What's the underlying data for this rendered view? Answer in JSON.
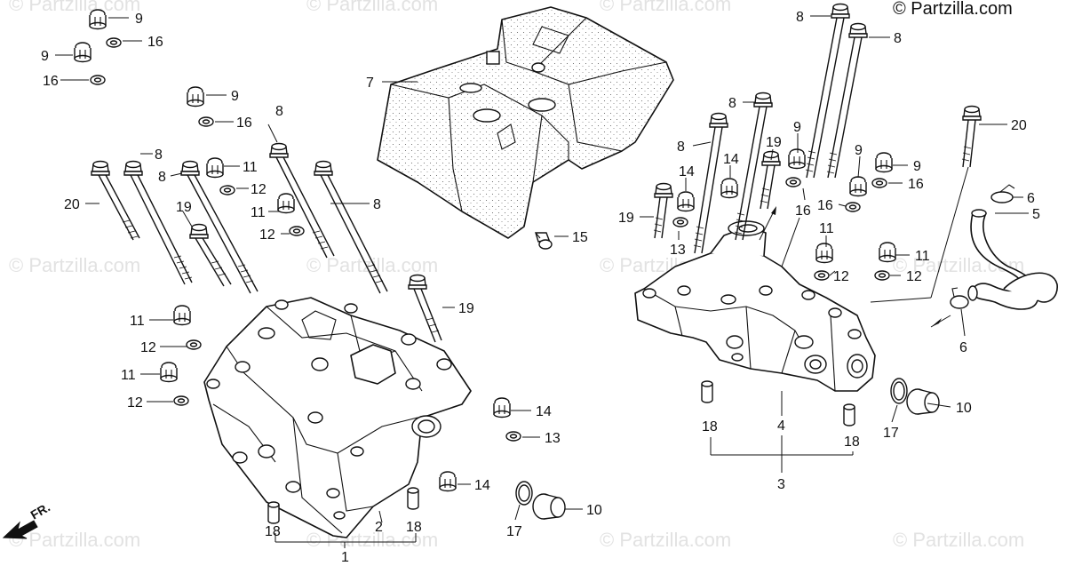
{
  "copyright": "© Partzilla.com",
  "watermark": "© Partzilla.com",
  "direction_marker": "FR.",
  "callouts": {
    "c1": "1",
    "c2": "2",
    "c3": "3",
    "c4": "4",
    "c5": "5",
    "c6": "6",
    "c7": "7",
    "c8": "8",
    "c9": "9",
    "c10": "10",
    "c11": "11",
    "c12": "12",
    "c13": "13",
    "c14": "14",
    "c15": "15",
    "c16": "16",
    "c17": "17",
    "c18": "18",
    "c19": "19",
    "c20": "20"
  }
}
